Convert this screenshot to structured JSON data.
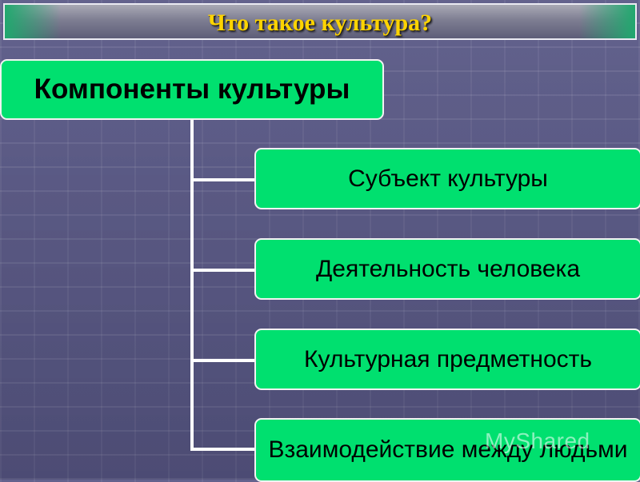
{
  "title": "Что такое культура?",
  "root": {
    "label": "Компоненты культуры"
  },
  "components": [
    "Субъект культуры",
    "Деятельность человека",
    "Культурная предметность",
    "Взаимодействие между людьми"
  ],
  "watermark": "MyShared",
  "colors": {
    "box_fill": "#00e06f",
    "title_text": "#ffd400",
    "background": "#5f5e8a"
  }
}
